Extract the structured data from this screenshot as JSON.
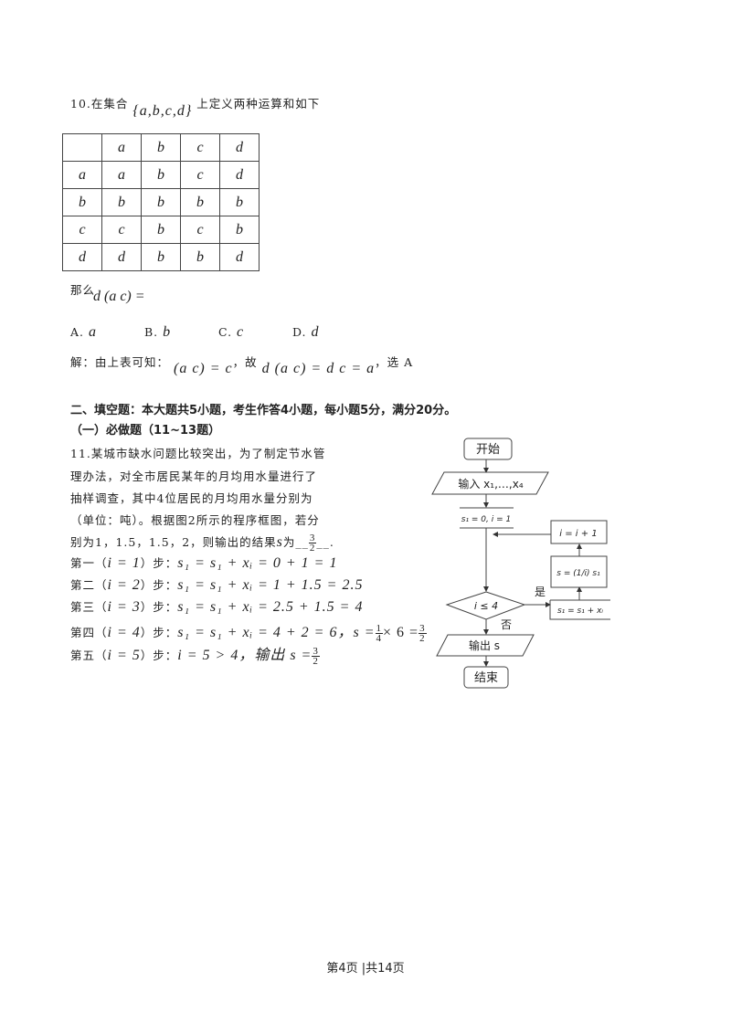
{
  "q10": {
    "stem_prefix": "10.在集合",
    "set": "{a,b,c,d}",
    "stem_suffix": "上定义两种运算和如下",
    "table": {
      "header": [
        "",
        "a",
        "b",
        "c",
        "d"
      ],
      "rows": [
        [
          "a",
          "a",
          "b",
          "c",
          "d"
        ],
        [
          "b",
          "b",
          "b",
          "b",
          "b"
        ],
        [
          "c",
          "c",
          "b",
          "c",
          "b"
        ],
        [
          "d",
          "d",
          "b",
          "b",
          "d"
        ]
      ]
    },
    "then_label": "那么",
    "question_expr": "d (a c) =",
    "options": [
      {
        "label": "A.",
        "value": "a"
      },
      {
        "label": "B.",
        "value": "b"
      },
      {
        "label": "C.",
        "value": "c"
      },
      {
        "label": "D.",
        "value": "d"
      }
    ],
    "solution_prefix": "解：由上表可知：",
    "solution_expr1": "(a c) = c",
    "solution_mid": "，故",
    "solution_expr2": "d (a c) = d c = a",
    "solution_suffix": "，选 A"
  },
  "section2": {
    "heading": "二、填空题：本大题共5小题，考生作答4小题，每小题5分，满分20分。",
    "subheading": "（一）必做题（11~13题）"
  },
  "q11": {
    "lines": [
      "11.某城市缺水问题比较突出，为了制定节水管",
      "理办法，对全市居民某年的月均用水量进行了",
      "抽样调查，其中4位居民的月均用水量分别为",
      "（单位：吨）。根据图2所示的程序框图，若分"
    ],
    "last_line_prefix": "别为1，1.5，1.5，2，则输出的结果",
    "last_line_var": "s",
    "last_line_mid": "为__",
    "answer_num": "3",
    "answer_den": "2",
    "last_line_suffix": "__.",
    "steps": [
      {
        "label": "第一（",
        "i": "i = 1",
        "mid": "）步：",
        "expr": "s₁ = s₁ + xᵢ = 0 + 1 = 1"
      },
      {
        "label": "第二（",
        "i": "i = 2",
        "mid": "）步：",
        "expr": "s₁ = s₁ + xᵢ = 1 + 1.5 = 2.5"
      },
      {
        "label": "第三（",
        "i": "i = 3",
        "mid": "）步：",
        "expr": "s₁ = s₁ + xᵢ = 2.5 + 1.5 = 4"
      },
      {
        "label": "第四（",
        "i": "i = 4",
        "mid": "）步：",
        "expr": "s₁ = s₁ + xᵢ = 4 + 2 = 6",
        "extra_prefix": "，s =",
        "extra_frac_num": "1",
        "extra_frac_den": "4",
        "extra_mid": "× 6 =",
        "extra_res_num": "3",
        "extra_res_den": "2"
      },
      {
        "label": "第五（",
        "i": "i = 5",
        "mid": "）步：",
        "expr": "i = 5 > 4",
        "extra_prefix": "，输出 s =",
        "extra_res_num": "3",
        "extra_res_den": "2"
      }
    ]
  },
  "flowchart": {
    "start": "开始",
    "input": "输入 x₁,…,x₄",
    "init": "s₁ = 0, i = 1",
    "condition": "i ≤ 4",
    "yes": "是",
    "no": "否",
    "accumulate": "s₁ = s₁ + xᵢ",
    "average": "s = (1/i) s₁",
    "increment": "i = i + 1",
    "output": "输出 s",
    "end": "结束"
  },
  "footer": "第4页 |共14页"
}
